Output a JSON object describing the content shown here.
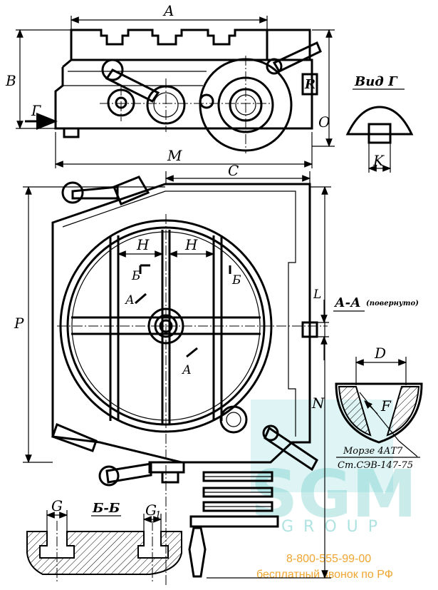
{
  "labels": {
    "A": "A",
    "B": "B",
    "G": "Г",
    "R": "R",
    "O": "O",
    "M": "M",
    "C": "C",
    "P": "P",
    "N": "N",
    "L": "L",
    "H1": "H",
    "H2": "H",
    "K": "K",
    "D": "D",
    "F": "F",
    "Gsec": "G",
    "G1": "G",
    "G1sub": "1",
    "B_marker1": "Б",
    "B_marker2": "Б",
    "A_marker1": "А",
    "A_marker2": "А"
  },
  "views": {
    "view_g_title": "Вид Г",
    "section_aa_title": "А-А",
    "section_aa_note": "(повернуто)",
    "section_bb_title": "Б-Б"
  },
  "notes": {
    "morse": "Морзе 4АТ7",
    "standard": "Ст.СЭВ-147-75"
  },
  "watermark": {
    "logo": "SGM",
    "group": "GROUP",
    "phone": "8-800-555-99-00",
    "free_call": "бесплатный звонок по РФ"
  },
  "colors": {
    "ink": "#000000",
    "watermark": "#4fc3c0",
    "phone": "#f0a530"
  }
}
